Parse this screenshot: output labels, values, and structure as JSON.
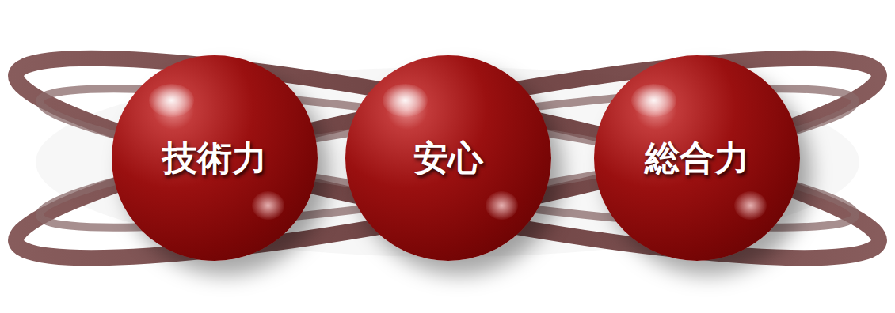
{
  "diagram": {
    "nodes": [
      {
        "text": [
          "技術力"
        ]
      },
      {
        "text": [
          "安心"
        ]
      },
      {
        "text": [
          "総合力"
        ]
      }
    ]
  }
}
